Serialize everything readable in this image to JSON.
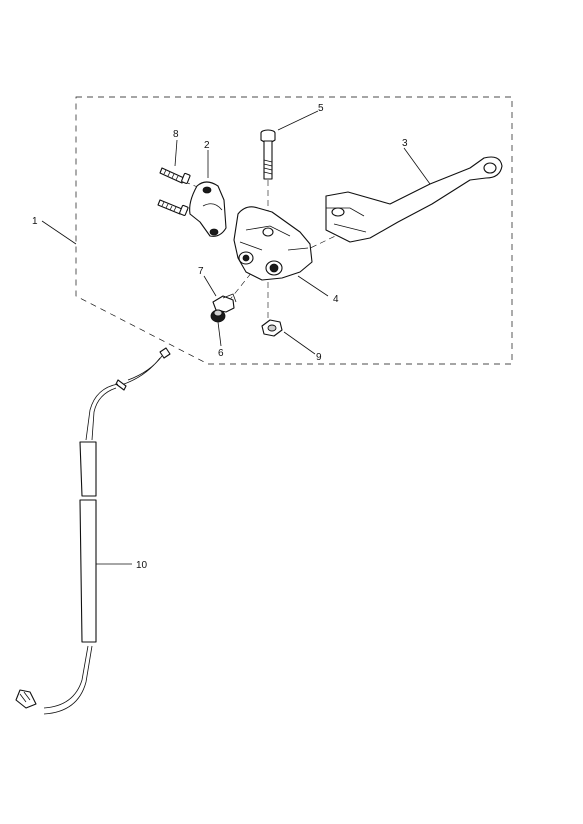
{
  "diagram": {
    "callouts": [
      "1",
      "2",
      "3",
      "4",
      "5",
      "6",
      "7",
      "8",
      "9",
      "10"
    ]
  },
  "colors": {
    "line": "#111111",
    "background": "#ffffff"
  }
}
